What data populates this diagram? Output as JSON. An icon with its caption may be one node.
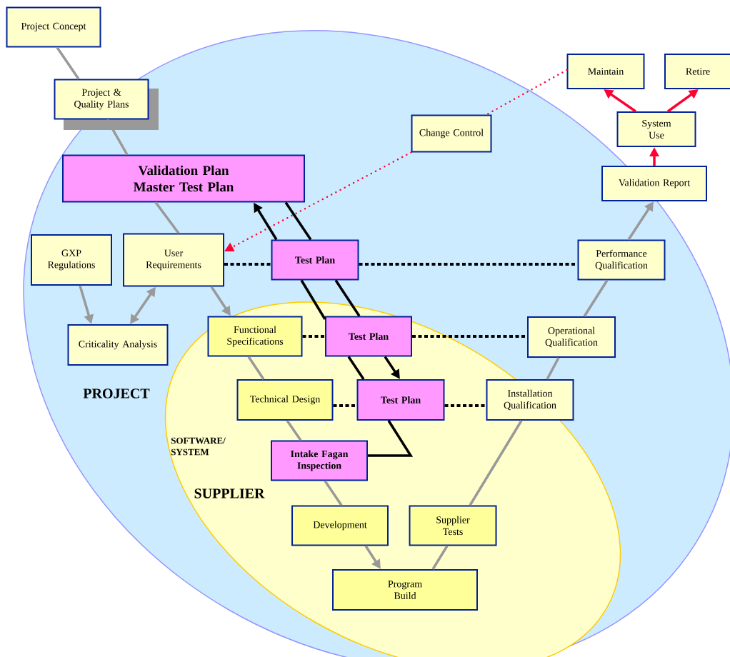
{
  "diagram": {
    "nodes": [
      {
        "text": [
          "Project Concept"
        ]
      },
      {
        "text": [
          "Project & Quality Plans"
        ]
      },
      {
        "text": [
          "Validation Plan Master Test Plan"
        ]
      },
      {
        "text": [
          "Change Control"
        ]
      },
      {
        "text": [
          "Maintain"
        ]
      },
      {
        "text": [
          "Retire"
        ]
      },
      {
        "text": [
          "System Use"
        ]
      },
      {
        "text": [
          "Validation Report"
        ]
      },
      {
        "text": [
          "GXP Regulations"
        ]
      },
      {
        "text": [
          "User Requirements"
        ]
      },
      {
        "text": [
          "Test Plan"
        ]
      },
      {
        "text": [
          "Performance Qualification"
        ]
      },
      {
        "text": [
          "Criticality Analysis"
        ]
      },
      {
        "text": [
          "Functional Specifications"
        ]
      },
      {
        "text": [
          "Test Plan"
        ]
      },
      {
        "text": [
          "Operational Qualification"
        ]
      },
      {
        "text": [
          "Technical Design"
        ]
      },
      {
        "text": [
          "Test Plan"
        ]
      },
      {
        "text": [
          "Installation Qualification"
        ]
      },
      {
        "text": [
          "Intake Fagan Inspection"
        ]
      },
      {
        "text": [
          "Development"
        ]
      },
      {
        "text": [
          "Supplier Tests"
        ]
      },
      {
        "text": [
          "Program Build"
        ]
      }
    ],
    "edges": [
      {
        "from": 0,
        "to": 1,
        "arrow": "none"
      },
      {
        "from": 1,
        "to": 2,
        "arrow": "none"
      },
      {
        "from": 2,
        "to": 9,
        "arrow": "none"
      },
      {
        "from": 8,
        "to": 12,
        "arrow": "to"
      },
      {
        "from": 9,
        "to": 12,
        "arrow": "both"
      },
      {
        "from": 9,
        "to": 13,
        "arrow": "to"
      },
      {
        "from": 13,
        "to": 16,
        "arrow": "none"
      },
      {
        "from": 16,
        "to": 19,
        "arrow": "none"
      },
      {
        "from": 19,
        "to": 20,
        "arrow": "none"
      },
      {
        "from": 20,
        "to": 22,
        "arrow": "to"
      },
      {
        "from": 22,
        "to": 21,
        "arrow": "none"
      },
      {
        "from": 21,
        "to": 18,
        "arrow": "none"
      },
      {
        "from": 18,
        "to": 15,
        "arrow": "none"
      },
      {
        "from": 15,
        "to": 11,
        "arrow": "none"
      },
      {
        "from": 11,
        "to": 7,
        "arrow": "to"
      },
      {
        "from": 7,
        "to": 6,
        "arrow": "to",
        "color": "#ff0033"
      },
      {
        "from": 6,
        "to": 4,
        "arrow": "to",
        "color": "#ff0033"
      },
      {
        "from": 6,
        "to": 5,
        "arrow": "to",
        "color": "#ff0033"
      },
      {
        "from": 4,
        "to": 3,
        "arrow": "none",
        "style": "dashed",
        "color": "#ff0033"
      },
      {
        "from": 3,
        "to": 9,
        "arrow": "to",
        "style": "dashed",
        "color": "#ff0033"
      },
      {
        "from": 9,
        "to": 10,
        "arrow": "none",
        "style": "dashed",
        "color": "#000000"
      },
      {
        "from": 10,
        "to": 11,
        "arrow": "none",
        "style": "dashed",
        "color": "#000000"
      },
      {
        "from": 13,
        "to": 14,
        "arrow": "none",
        "style": "dashed",
        "color": "#000000"
      },
      {
        "from": 14,
        "to": 15,
        "arrow": "none",
        "style": "dashed",
        "color": "#000000"
      },
      {
        "from": 16,
        "to": 17,
        "arrow": "none",
        "style": "dashed",
        "color": "#000000"
      },
      {
        "from": 17,
        "to": 18,
        "arrow": "none",
        "style": "dashed",
        "color": "#000000"
      },
      {
        "from": 19,
        "to": 17,
        "arrow": "none",
        "color": "#000000"
      },
      {
        "from": 17,
        "to": 14,
        "arrow": "none",
        "color": "#000000"
      },
      {
        "from": 14,
        "to": 10,
        "arrow": "none",
        "color": "#000000"
      },
      {
        "from": 10,
        "to": 2,
        "arrow": "to",
        "color": "#000000"
      },
      {
        "from": 2,
        "to": 10,
        "arrow": "none",
        "color": "#000000"
      },
      {
        "from": 10,
        "to": 14,
        "arrow": "none",
        "color": "#000000"
      },
      {
        "from": 14,
        "to": 17,
        "arrow": "to",
        "color": "#000000"
      }
    ],
    "labels": [
      "PROJECT",
      "SOFTWARE/ SYSTEM",
      "SUPPLIER"
    ]
  }
}
